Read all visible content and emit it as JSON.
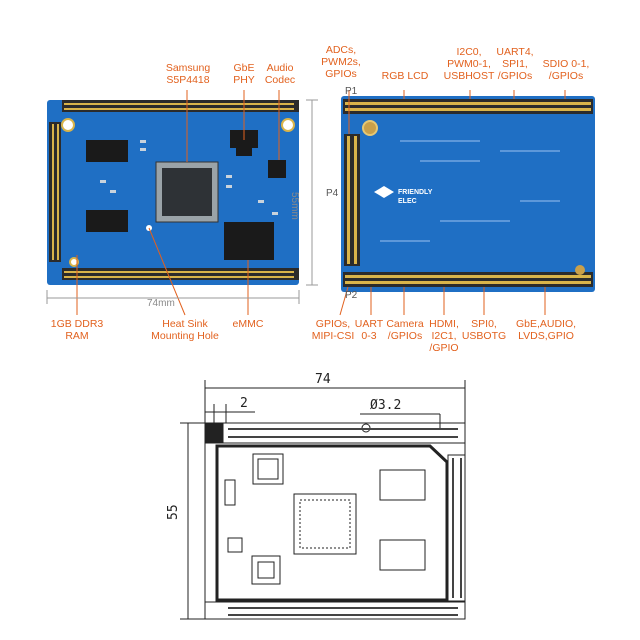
{
  "top_left_labels": [
    {
      "id": "soc",
      "text": "Samsung\nS5P4418"
    },
    {
      "id": "gbe",
      "text": "GbE\nPHY"
    },
    {
      "id": "audio",
      "text": "Audio\nCodec"
    },
    {
      "id": "ram",
      "text": "1GB DDR3\nRAM"
    },
    {
      "id": "heatsink",
      "text": "Heat Sink\nMounting Hole"
    },
    {
      "id": "emmc",
      "text": "eMMC"
    }
  ],
  "top_right_labels": [
    {
      "id": "adcs",
      "text": "ADCs,\nPWM2s,\nGPIOs"
    },
    {
      "id": "rgblcd",
      "text": "RGB LCD"
    },
    {
      "id": "i2c0",
      "text": "I2C0,\nPWM0-1,\nUSBHOST"
    },
    {
      "id": "uart4",
      "text": "UART4,\nSPI1,\n/GPIOs"
    },
    {
      "id": "sdio",
      "text": "SDIO 0-1,\n/GPIOs"
    },
    {
      "id": "gpios_mipi",
      "text": "GPIOs,\nMIPI-CSI"
    },
    {
      "id": "uart03",
      "text": "UART\n0-3"
    },
    {
      "id": "camera",
      "text": "Camera\n/GPIOs"
    },
    {
      "id": "hdmi",
      "text": "HDMI,\nI2C1,\n/GPIO"
    },
    {
      "id": "spi0",
      "text": "SPI0,\nUSBOTG"
    },
    {
      "id": "gbe_audio",
      "text": "GbE,AUDIO,\nLVDS,GPIO"
    }
  ],
  "dimensions": {
    "width_top": "74mm",
    "height_top": "55mm",
    "width_drawing": "74",
    "height_drawing": "55",
    "pin_pitch": "2",
    "hole": "Ø3.2"
  },
  "headers": {
    "p1": "P1",
    "p2": "P2",
    "p4": "P4"
  },
  "board_text": {
    "brand_line1": "FRIENDLY",
    "brand_line2": "ELEC"
  },
  "colors": {
    "accent": "#e2611e",
    "pcb": "#1f6fc4",
    "pcb_dark": "#0f4f9e",
    "pin": "#3a3a3a",
    "gold": "#d9b44a"
  }
}
